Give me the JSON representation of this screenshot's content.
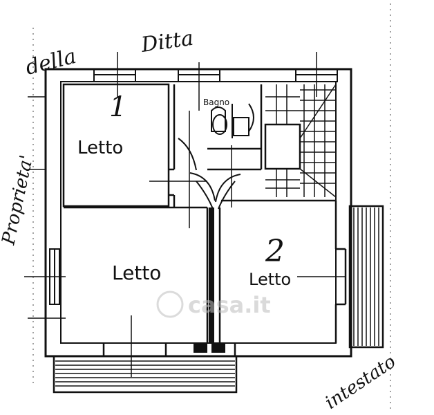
{
  "annotations": {
    "top_left": "della",
    "top_right": "Ditta",
    "left_side": "Proprieta'",
    "bottom_right": "intestato"
  },
  "rooms": [
    {
      "number": "1",
      "label": "Letto"
    },
    {
      "number": "",
      "label": "Letto"
    },
    {
      "number": "2",
      "label": "Letto"
    },
    {
      "number": "",
      "label": "Bagno"
    }
  ],
  "watermark": "casa.it",
  "colors": {
    "ink": "#111111",
    "paper": "#ffffff",
    "watermark": "#bdbdbd"
  }
}
